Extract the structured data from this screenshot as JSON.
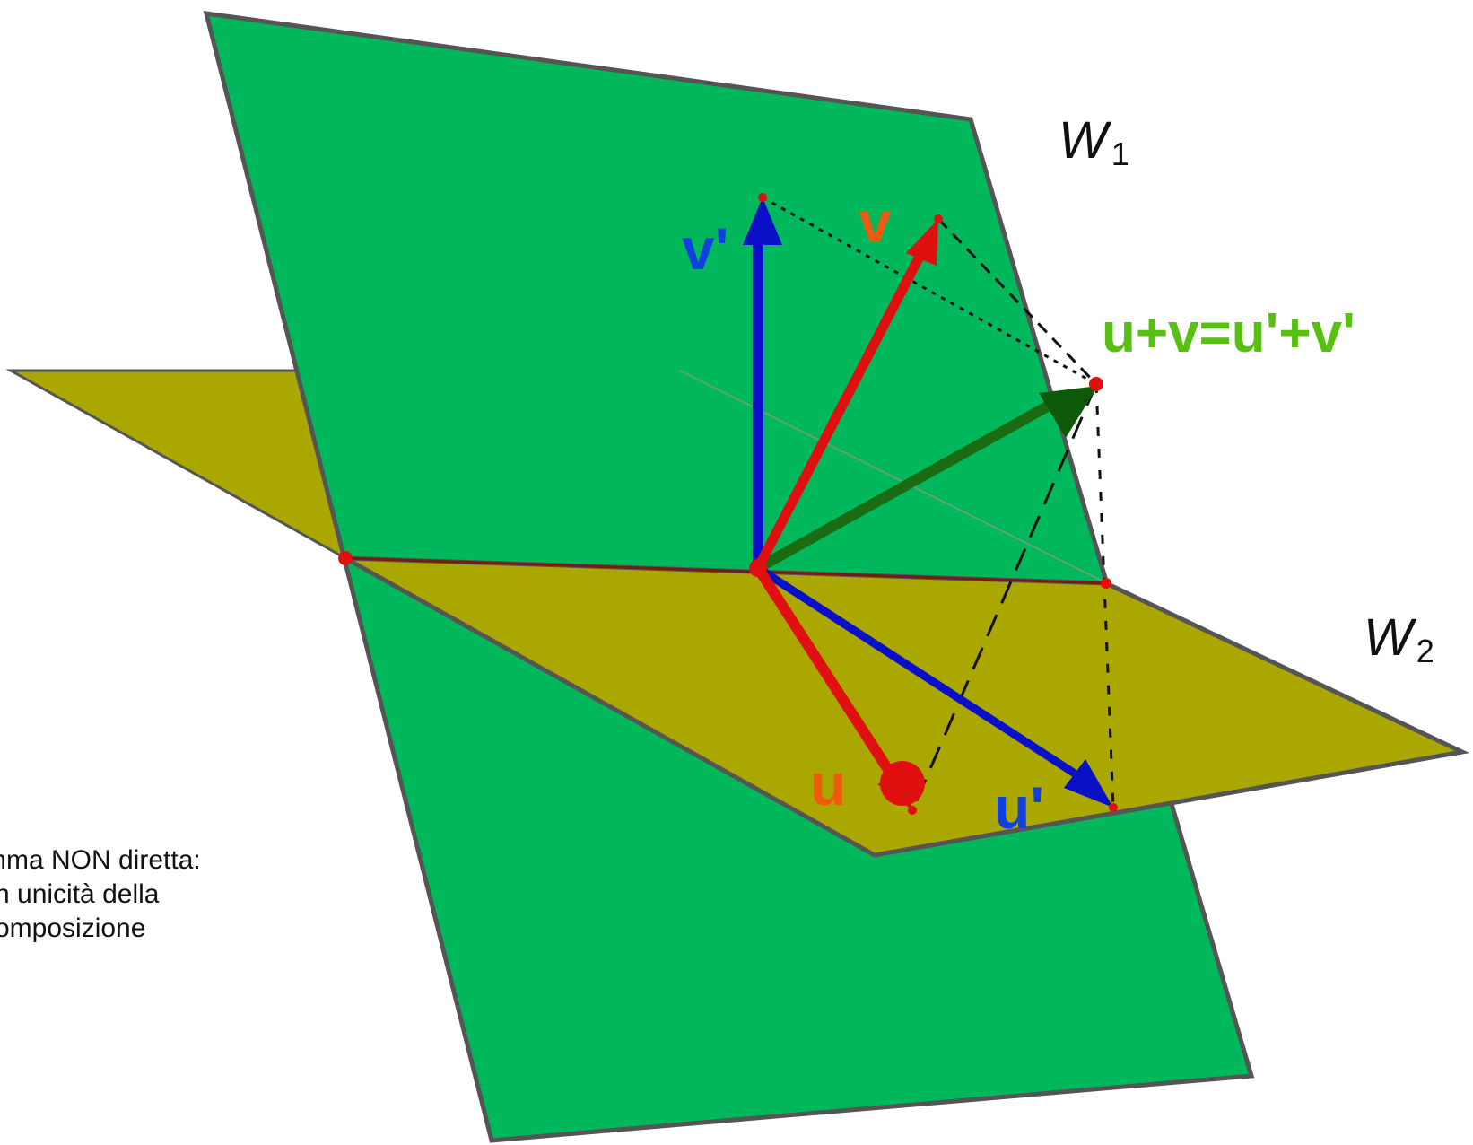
{
  "labels": {
    "w1": "W",
    "w1_sub": "1",
    "w2": "W",
    "w2_sub": "2",
    "v_prime": "v'",
    "v": "v",
    "sum": "u+v=u'+v'",
    "u": "u",
    "u_prime": "u'"
  },
  "caption": {
    "line1": "mma NON diretta:",
    "line2": "n unicità della",
    "line3": "omposizione"
  },
  "colors": {
    "plane_w1": "#00b85c",
    "plane_w2": "#aaa700",
    "vector_red": "#e01010",
    "vector_blue": "#0a10c8",
    "vector_green": "#1b6b12",
    "label_orange": "#ee5a10",
    "label_blue": "#1040e0",
    "label_green": "#58c010"
  }
}
